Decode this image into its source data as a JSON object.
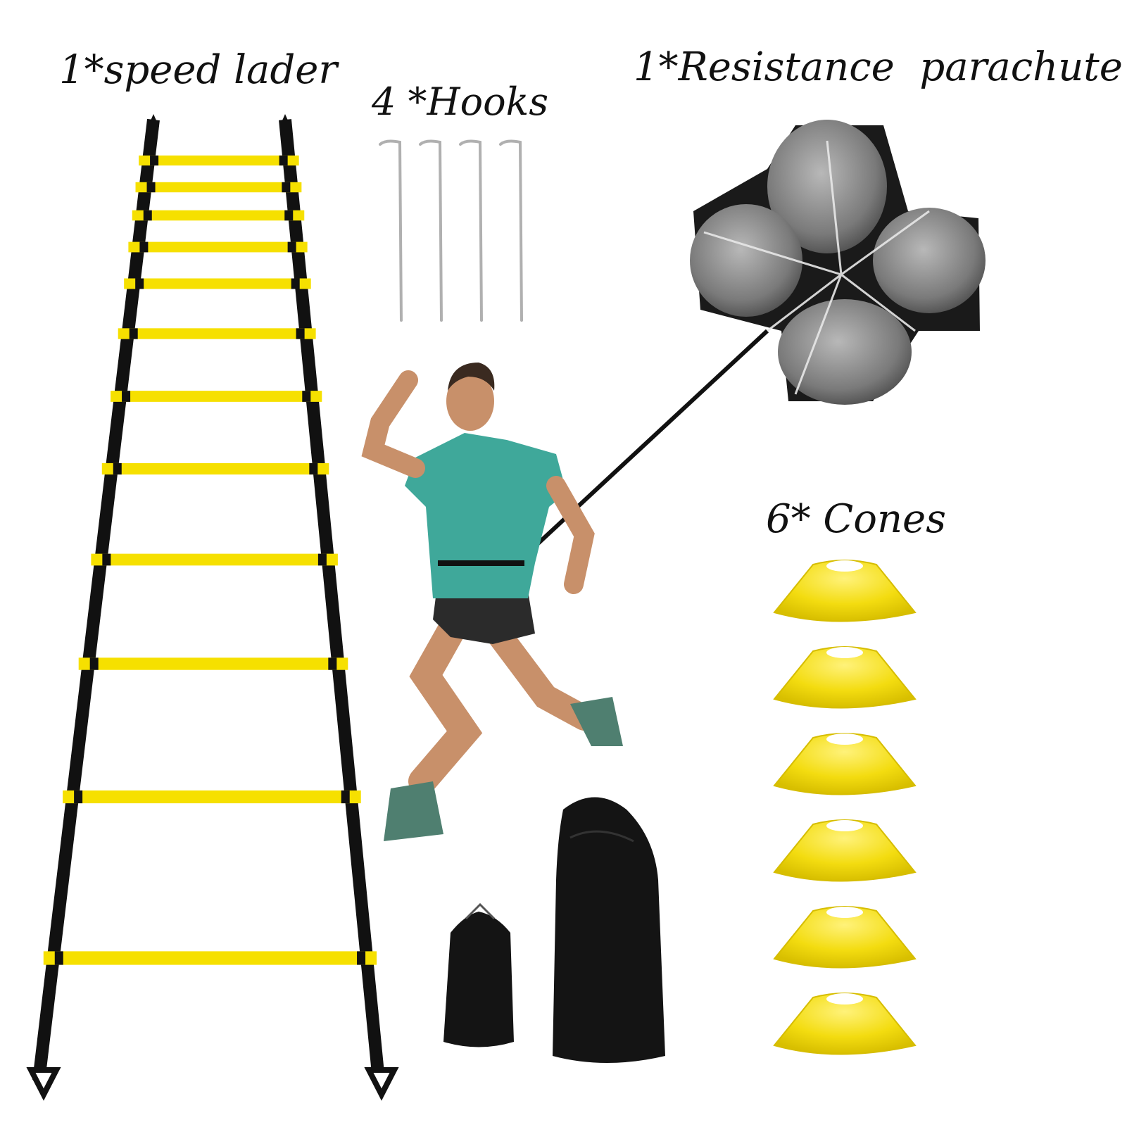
{
  "labels": {
    "ladder": "1*speed lader",
    "hooks": "4 *Hooks",
    "parachute": "1*Resistance  parachute",
    "cones": "6* Cones"
  },
  "colors": {
    "background": "#ffffff",
    "ladder_rung": "#f6e000",
    "ladder_strap": "#111111",
    "hook_metal": "#b0b0b0",
    "parachute_canopy": "#8a8a8a",
    "parachute_dark": "#1a1a1a",
    "parachute_lines": "#e8e8e8",
    "shirt": "#3fa89a",
    "shorts": "#2b2b2b",
    "skin": "#c8906a",
    "cone": "#f3dc10",
    "bag": "#141414"
  },
  "items": {
    "ladder_rungs": 12,
    "hooks": 4,
    "cones": 6,
    "bags": 2
  }
}
